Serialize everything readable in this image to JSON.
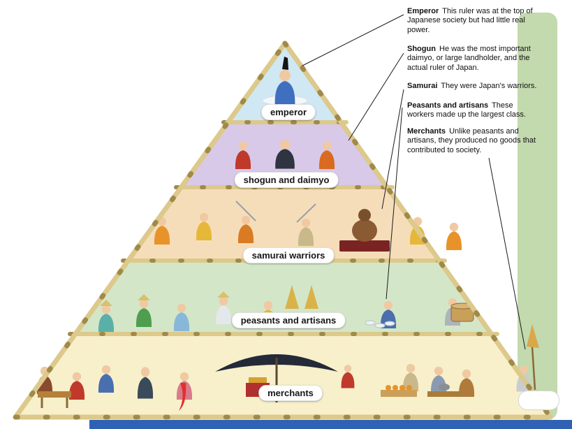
{
  "tiers": [
    {
      "id": "emperor",
      "label": "emperor",
      "color": "#cfe8f4"
    },
    {
      "id": "shogun",
      "label": "shogun and daimyo",
      "color": "#d8c9e8"
    },
    {
      "id": "samurai",
      "label": "samurai warriors",
      "color": "#f6ddba"
    },
    {
      "id": "peasants",
      "label": "peasants and artisans",
      "color": "#d4e6c8"
    },
    {
      "id": "merchants",
      "label": "merchants",
      "color": "#f7f0ca"
    }
  ],
  "annotations": [
    {
      "term": "Emperor",
      "text": "This ruler was at the top of Japanese society but had little real power."
    },
    {
      "term": "Shogun",
      "text": "He was the most important daimyo, or large landholder, and the actual ruler of Japan."
    },
    {
      "term": "Samurai",
      "text": "They were Japan's warriors."
    },
    {
      "term": "Peasants and artisans",
      "text": "These workers made up the largest class."
    },
    {
      "term": "Merchants",
      "text": "Unlike peasants and artisans, they produced no goods that contributed to society."
    }
  ],
  "colors": {
    "bamboo": "#dcc98b",
    "bamboo_dark": "#a08a4a",
    "bottom_bar": "#2f62b5",
    "side_panel": "#c3d9ae",
    "leader_line": "#1a1a1a"
  }
}
